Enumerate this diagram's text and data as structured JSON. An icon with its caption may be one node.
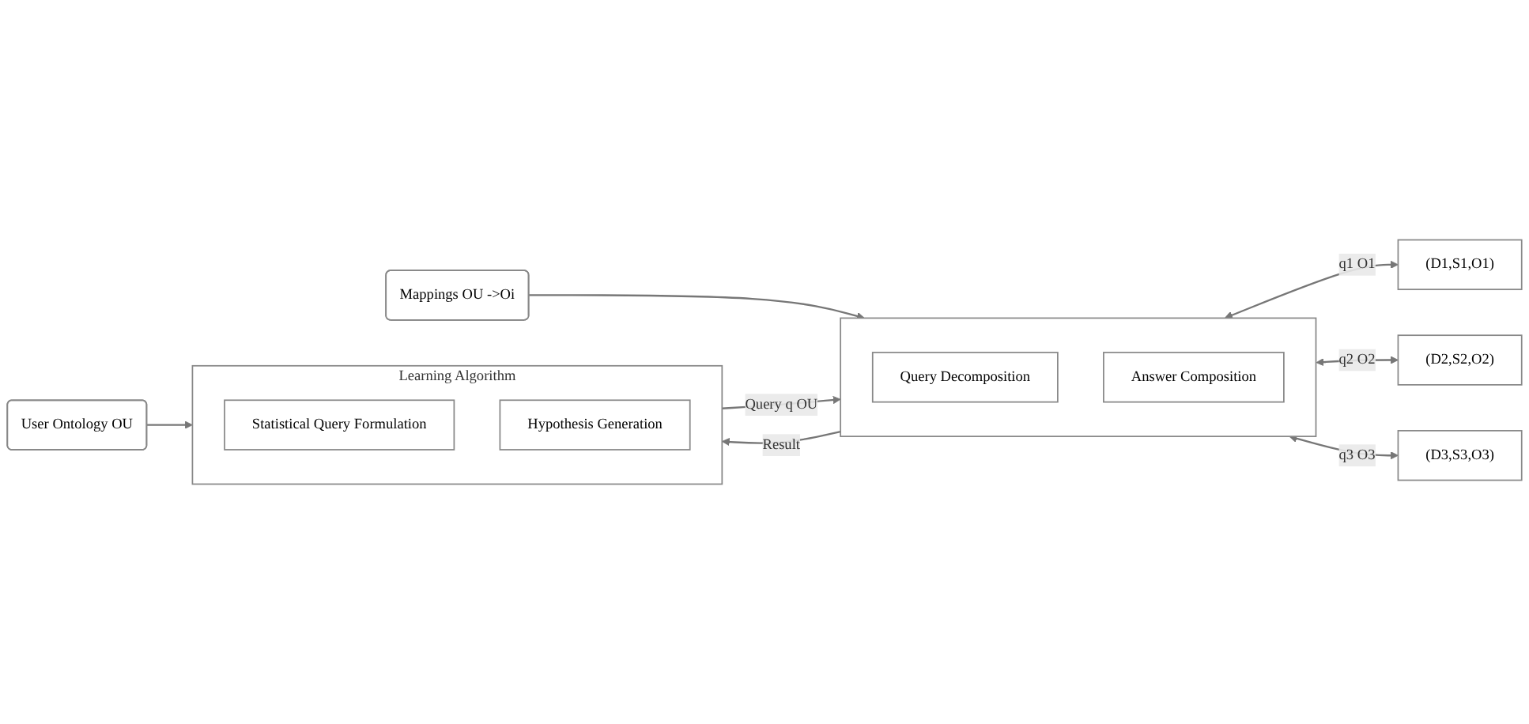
{
  "diagram": {
    "nodes": [
      {
        "text": [
          "User Ontology OU"
        ]
      },
      {
        "text": [
          "Learning Algorithm"
        ]
      },
      {
        "text": [
          "Statistical Query Formulation"
        ],
        "in": 1
      },
      {
        "text": [
          "Hypothesis Generation"
        ],
        "in": 1
      },
      {
        "text": [
          "Mappings OU ->Oi"
        ]
      },
      {
        "text": [],
        "shape": "box"
      },
      {
        "text": [
          "Query Decomposition"
        ],
        "in": 5
      },
      {
        "text": [
          "Answer Composition"
        ],
        "in": 5
      },
      {
        "text": [
          "(D1,S1,O1)"
        ]
      },
      {
        "text": [
          "(D2,S2,O2)"
        ]
      },
      {
        "text": [
          "(D3,S3,O3)"
        ]
      }
    ],
    "edges": [
      {
        "from": 0,
        "to": 1,
        "arrow": "to"
      },
      {
        "from": 4,
        "to": 5,
        "arrow": "to"
      },
      {
        "from": 1,
        "to": 5,
        "arrow": "to",
        "label": "Query q OU"
      },
      {
        "from": 5,
        "to": 1,
        "arrow": "to",
        "label": "Result"
      },
      {
        "from": 5,
        "to": 8,
        "arrow": "both",
        "label": "q1 O1"
      },
      {
        "from": 5,
        "to": 9,
        "arrow": "both",
        "label": "q2 O2"
      },
      {
        "from": 5,
        "to": 10,
        "arrow": "both",
        "label": "q3 O3"
      }
    ]
  }
}
